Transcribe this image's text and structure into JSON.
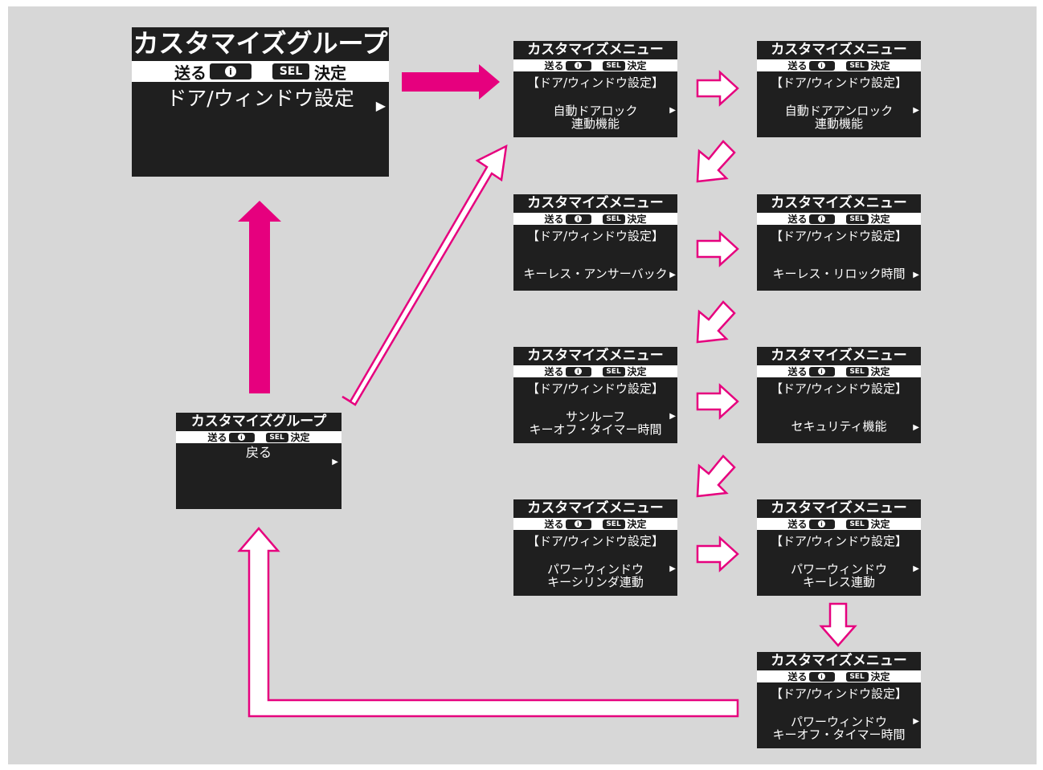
{
  "colors": {
    "background": "#d7d7d7",
    "screen": "#1f1f1f",
    "accent_arrow": "#e6007e",
    "outline_arrow": "#e6007e"
  },
  "icons": {
    "info": "info-icon",
    "select": "sel-button",
    "arrow_right": "triangle-right-icon"
  },
  "group_screen": {
    "title": "カスタマイズグループ",
    "okuru": "送る",
    "info_glyph": "i",
    "sel": "SEL",
    "kettei": "決定",
    "item": "ドア/ウィンドウ設定",
    "arrow": "▶"
  },
  "back_screen": {
    "title": "カスタマイズグループ",
    "okuru": "送る",
    "info_glyph": "i",
    "sel": "SEL",
    "kettei": "決定",
    "item": "戻る",
    "arrow": "▶"
  },
  "menu_common": {
    "title": "カスタマイズメニュー",
    "okuru": "送る",
    "info_glyph": "i",
    "sel": "SEL",
    "kettei": "決定",
    "subtitle": "【ドア/ウィンドウ設定】",
    "arrow": "▶"
  },
  "menus": [
    {
      "lines": [
        "自動ドアロック",
        "連動機能"
      ]
    },
    {
      "lines": [
        "自動ドアアンロック",
        "連動機能"
      ]
    },
    {
      "lines": [
        "キーレス・アンサーバック"
      ]
    },
    {
      "lines": [
        "キーレス・リロック時間"
      ]
    },
    {
      "lines": [
        "サンルーフ",
        "キーオフ・タイマー時間"
      ]
    },
    {
      "lines": [
        "セキュリティ機能"
      ]
    },
    {
      "lines": [
        "パワーウィンドウ",
        "キーシリンダ連動"
      ]
    },
    {
      "lines": [
        "パワーウィンドウ",
        "キーレス連動"
      ]
    },
    {
      "lines": [
        "パワーウィンドウ",
        "キーオフ・タイマー時間"
      ]
    }
  ]
}
